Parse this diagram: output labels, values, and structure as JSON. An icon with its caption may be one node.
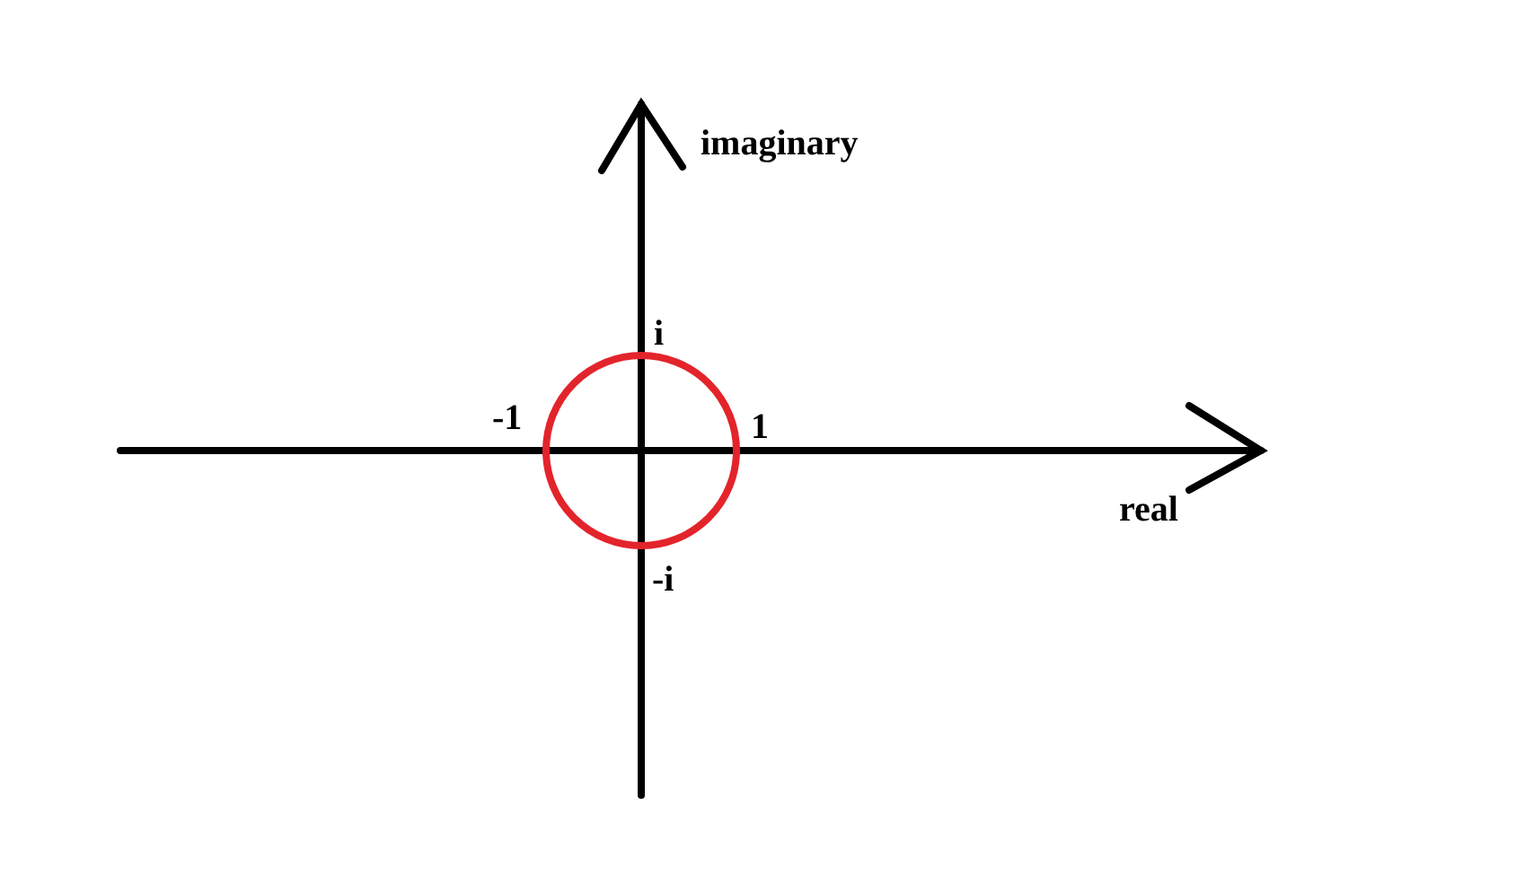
{
  "diagram": {
    "labels": [
      "imaginary",
      "i",
      "-1",
      "1",
      "real",
      "-i"
    ]
  }
}
